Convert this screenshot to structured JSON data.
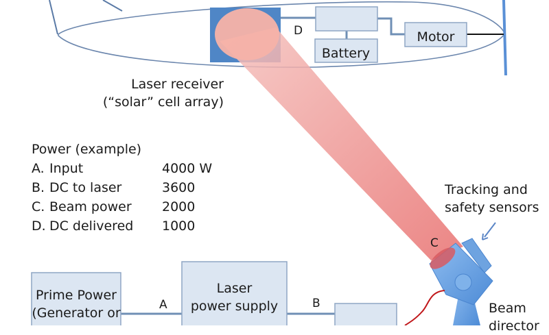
{
  "diagram": {
    "aircraft": {
      "subsystem_labels": {
        "converter_box": "",
        "battery": "Battery",
        "motor": "Motor"
      },
      "point_label_D": "D"
    },
    "receiver_label": {
      "line1": "Laser receiver",
      "line2": "(“solar” cell array)"
    },
    "power_table": {
      "title": "Power (example)",
      "rows": [
        {
          "letter": "A.",
          "name": "Input",
          "value": "4000 W"
        },
        {
          "letter": "B.",
          "name": "DC to laser",
          "value": "3600"
        },
        {
          "letter": "C.",
          "name": "Beam power",
          "value": "2000"
        },
        {
          "letter": "D.",
          "name": "DC delivered",
          "value": "1000"
        }
      ]
    },
    "ground": {
      "prime_power": {
        "line1": "Prime Power",
        "line2": "(Generator or"
      },
      "laser_power_supply": {
        "line1": "Laser",
        "line2": "power supply"
      },
      "laser_box": "",
      "point_label_A": "A",
      "point_label_B": "B",
      "point_label_C": "C"
    },
    "sensors_label": {
      "line1": "Tracking and",
      "line2": "safety sensors"
    },
    "beam_director_label": {
      "line1": "Beam",
      "line2": "director"
    },
    "colors": {
      "beam": "#e8706f",
      "receiver_panel": "#4f86c6",
      "box_fill": "#dce6f2",
      "box_stroke": "#8ea5c4",
      "director": "#6ea3e0",
      "fiber": "#c0171a"
    }
  }
}
